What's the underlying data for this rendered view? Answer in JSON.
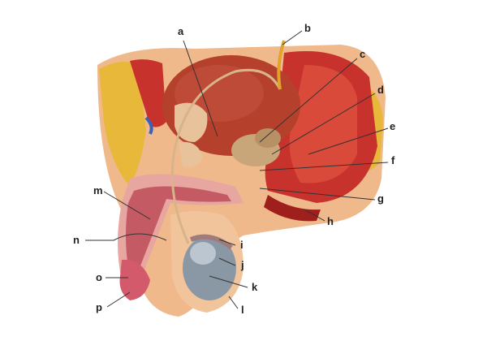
{
  "labels": [
    "a",
    "b",
    "c",
    "d",
    "e",
    "f",
    "g",
    "h",
    "i",
    "j",
    "k",
    "l",
    "m",
    "n",
    "o",
    "p"
  ],
  "colors": {
    "muscle": "#c8322c",
    "muscle_dark": "#9e1f1c",
    "bladder": "#b5402c",
    "fat": "#e8b83a",
    "skin": "#f0b98c",
    "bone": "#e7c29a",
    "testis": "#8a98a6",
    "vas": "#d7b48a",
    "leader": "#333333"
  }
}
